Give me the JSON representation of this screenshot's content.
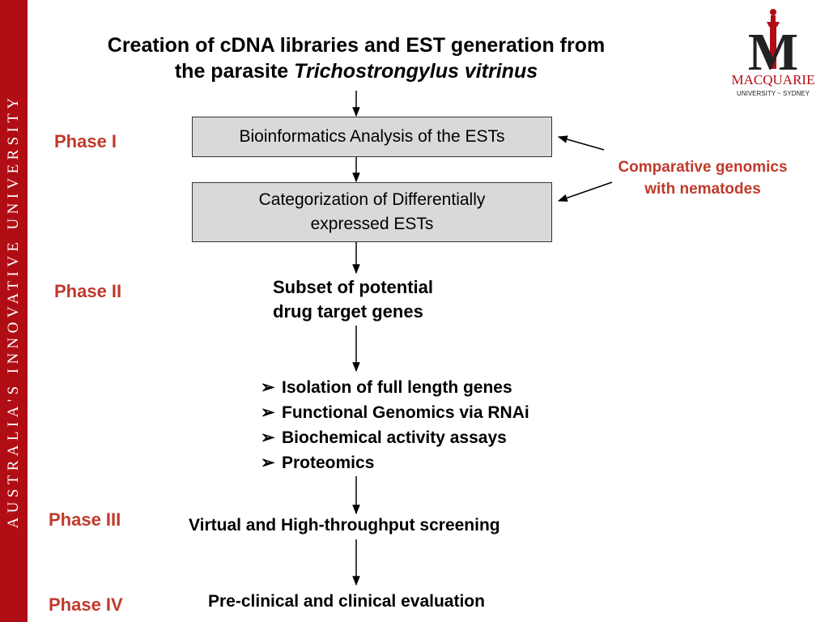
{
  "sidebar": {
    "text": "AUSTRALIA'S INNOVATIVE UNIVERSITY",
    "color": "#b00d14"
  },
  "title": {
    "line1": "Creation of cDNA libraries and EST generation from",
    "line2_prefix": "the parasite ",
    "line2_italic": "Trichostrongylus vitrinus"
  },
  "logo": {
    "letters": "M",
    "name": "MACQUARIE",
    "subtitle": "UNIVERSITY ~ SYDNEY"
  },
  "phases": {
    "phase1": "Phase I",
    "phase2": "Phase II",
    "phase3": "Phase III",
    "phase4": "Phase IV"
  },
  "boxes": {
    "bioinformatics": "Bioinformatics Analysis of the ESTs",
    "categorization_line1": "Categorization of Differentially",
    "categorization_line2": "expressed ESTs"
  },
  "comparative": {
    "line1": "Comparative genomics",
    "line2": "with nematodes"
  },
  "subset": {
    "line1": "Subset of potential",
    "line2": "drug target genes"
  },
  "bullets": [
    "Isolation of full length genes",
    "Functional Genomics via RNAi",
    "Biochemical activity assays",
    "Proteomics"
  ],
  "bullet_glyph": "➢",
  "screening": "Virtual and High-throughput screening",
  "clinical": "Pre-clinical and clinical evaluation",
  "accent_color": "#c0392b"
}
